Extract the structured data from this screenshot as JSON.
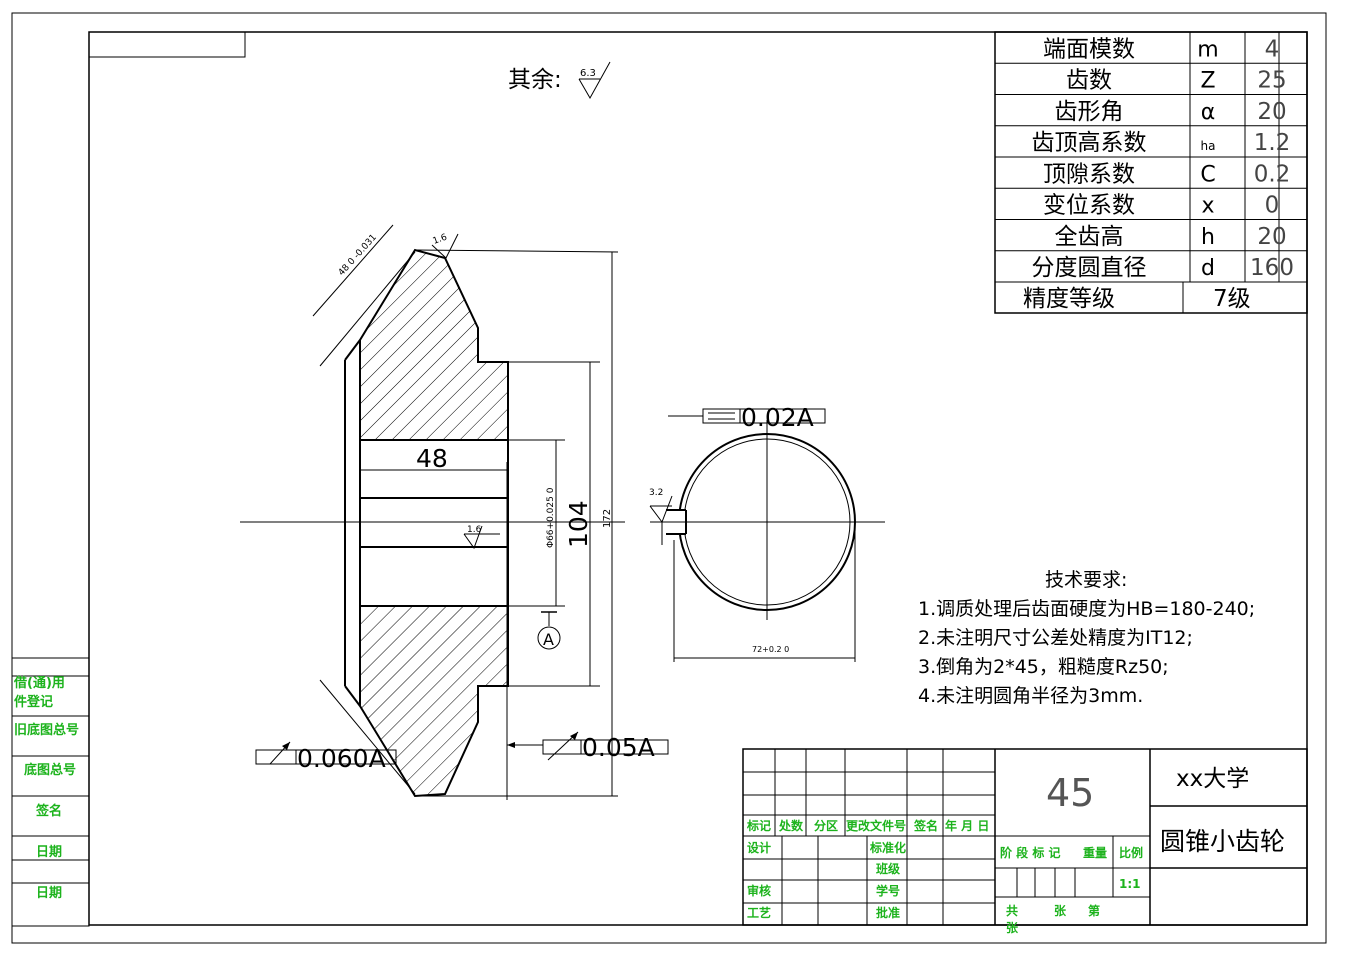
{
  "drawing": {
    "surface_note": "其余:",
    "surface_note_value": "6.3",
    "params": [
      {
        "name": "端面模数",
        "symbol": "m",
        "value": "4"
      },
      {
        "name": "齿数",
        "symbol": "Z",
        "value": "25"
      },
      {
        "name": "齿形角",
        "symbol": "α",
        "value": "20"
      },
      {
        "name": "齿顶高系数",
        "symbol": "ha",
        "value": "1.2"
      },
      {
        "name": "顶隙系数",
        "symbol": "C",
        "value": "0.2"
      },
      {
        "name": "变位系数",
        "symbol": "x",
        "value": "0"
      },
      {
        "name": "全齿高",
        "symbol": "h",
        "value": "20"
      },
      {
        "name": "分度圆直径",
        "symbol": "d",
        "value": "160"
      }
    ],
    "accuracy_label": "精度等级",
    "accuracy_value": "7级",
    "dims": {
      "bore_len": "48",
      "dia_104": "104",
      "dia_172": "172",
      "bore_tol": "Φ66+0.025 0",
      "chamfer_dim": "48 0 -0.031",
      "keyway": "72+0.2 0",
      "rough_1_6_top": "1.6",
      "rough_1_6_bore": "1.6",
      "rough_3_2": "3.2",
      "datum": "A"
    },
    "tolerances": {
      "runout_left": "0.060A",
      "runout_right": "0.05A",
      "parallel": "0.02A"
    },
    "tech_req": {
      "title": "技术要求:",
      "items": [
        "1.调质处理后齿面硬度为HB=180-240;",
        "2.未注明尺寸公差处精度为IT12;",
        "3.倒角为2*45，粗糙度Rz50;",
        "4.未注明圆角半径为3mm."
      ]
    }
  },
  "title_block": {
    "material": "45",
    "school": "xx大学",
    "part_name": "圆锥小齿轮",
    "scale": "1:1",
    "labels": {
      "mark": "标记",
      "count": "处数",
      "zone": "分区",
      "doc": "更改文件号",
      "sign": "签名",
      "date": "年 月 日",
      "design": "设计",
      "std": "标准化",
      "class": "班级",
      "review": "审核",
      "stuno": "学号",
      "craft": "工艺",
      "approve": "批准",
      "stage": "阶 段 标 记",
      "weight": "重量",
      "ratio": "比例",
      "total": "共",
      "sheets": "张",
      "sheet_no": "第",
      "sheet_end": "张"
    }
  },
  "side_block": {
    "items": [
      "借(通)用",
      "件登记",
      "旧底图总号",
      "底图总号",
      "签名",
      "日期",
      "日期"
    ]
  }
}
